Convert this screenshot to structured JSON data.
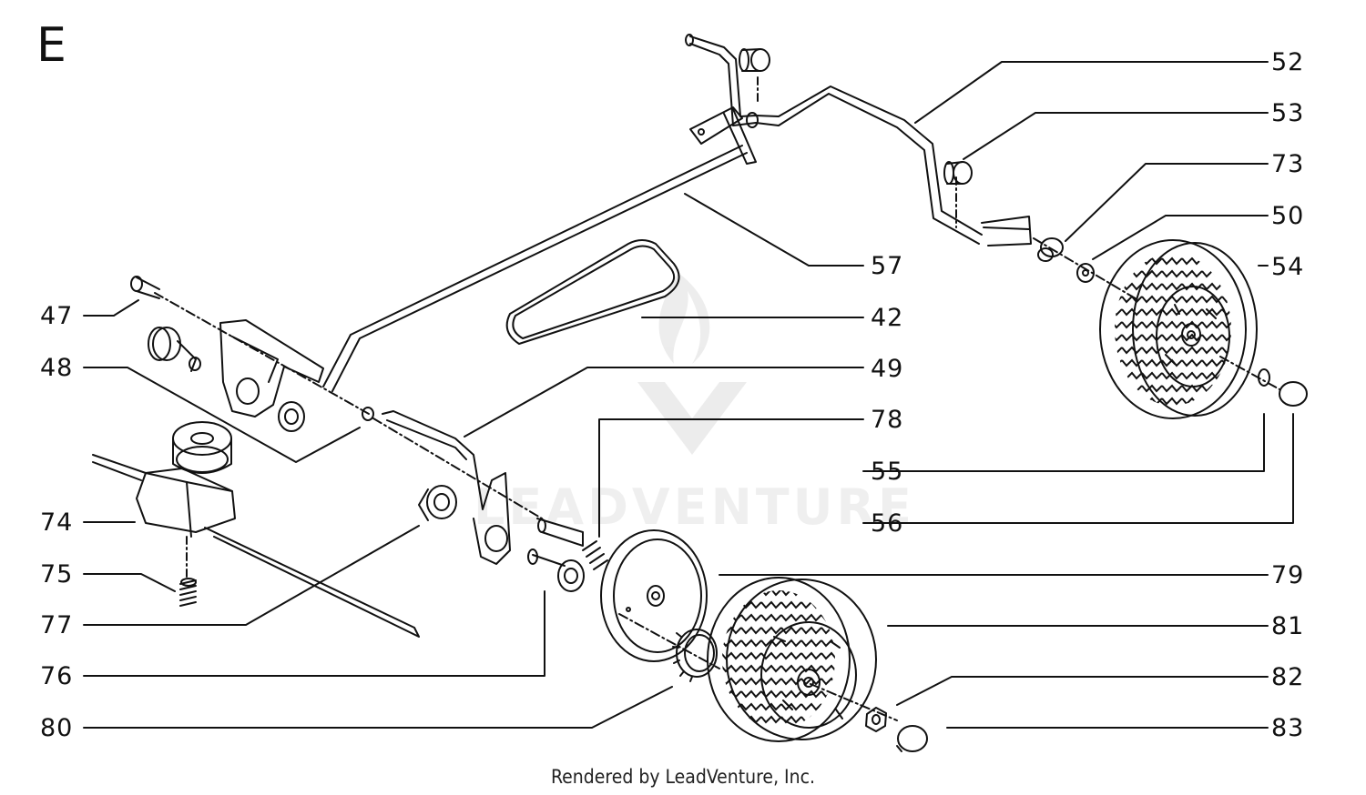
{
  "section_letter": "E",
  "watermark": "LEADVENTURE",
  "footer": "Rendered by LeadVenture, Inc.",
  "labels_left": {
    "l47": "47",
    "l48": "48",
    "l74": "74",
    "l75": "75",
    "l77": "77",
    "l76": "76",
    "l80": "80"
  },
  "labels_right": {
    "l52": "52",
    "l53": "53",
    "l73": "73",
    "l50": "50",
    "l54": "54",
    "l79": "79",
    "l81": "81",
    "l82": "82",
    "l83": "83"
  },
  "labels_mid": {
    "l57": "57",
    "l42": "42",
    "l49": "49",
    "l78": "78",
    "l55": "55",
    "l56": "56"
  },
  "colors": {
    "line": "#111111",
    "background": "#ffffff"
  }
}
